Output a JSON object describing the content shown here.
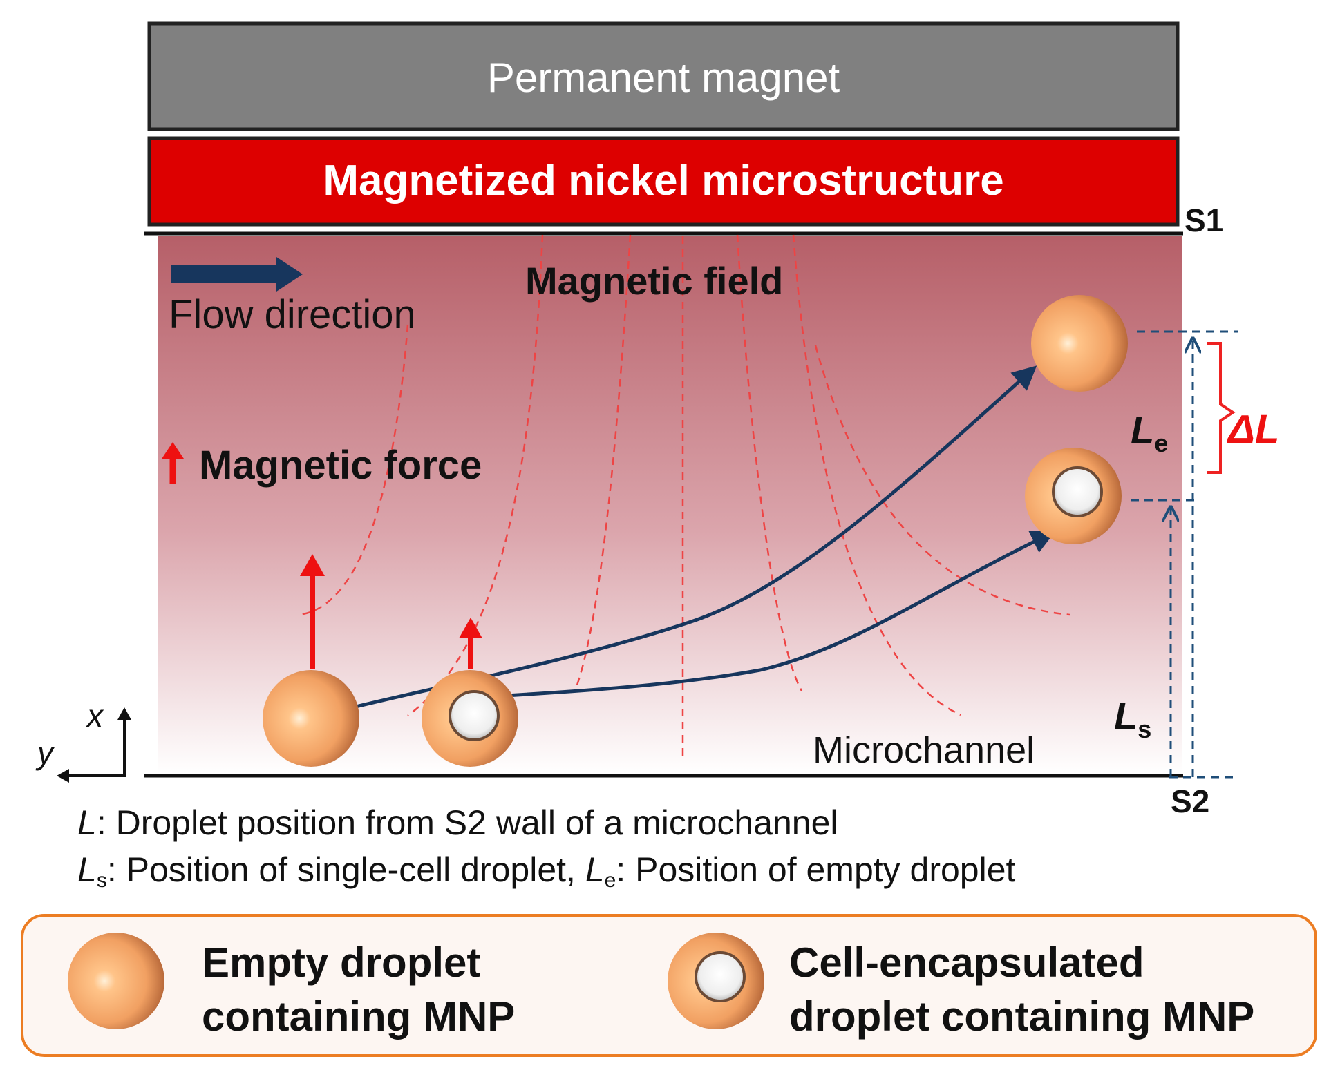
{
  "magnet": {
    "label": "Permanent magnet",
    "color": "#808080"
  },
  "nickel": {
    "label": "Magnetized nickel microstructure",
    "color": "#dd0000"
  },
  "walls": {
    "top": "S1",
    "bottom": "S2"
  },
  "channel": {
    "field_label": "Magnetic field",
    "flow_label": "Flow direction",
    "force_label": "Magnetic force",
    "channel_label": "Microchannel",
    "delta_label": "ΔL",
    "le_main": "L",
    "le_sub": "e",
    "ls_main": "L",
    "ls_sub": "s",
    "gradient_top": "#b9606a",
    "gradient_bottom": "#ffffff"
  },
  "axes": {
    "x": "x",
    "y": "y"
  },
  "captions": {
    "l_symbol": "L",
    "line1": ": Droplet position from S2 wall of a microchannel",
    "ls_symbol": "L",
    "ls_sub": "s",
    "line2a": ": Position of single-cell droplet, ",
    "le_symbol": "L",
    "le_sub": "e",
    "line2b": ": Position of empty droplet"
  },
  "legend": {
    "empty_line1": "Empty droplet",
    "empty_line2": "containing MNP",
    "cell_line1": "Cell-encapsulated",
    "cell_line2": "droplet containing MNP",
    "border_color": "#ec7d23"
  }
}
